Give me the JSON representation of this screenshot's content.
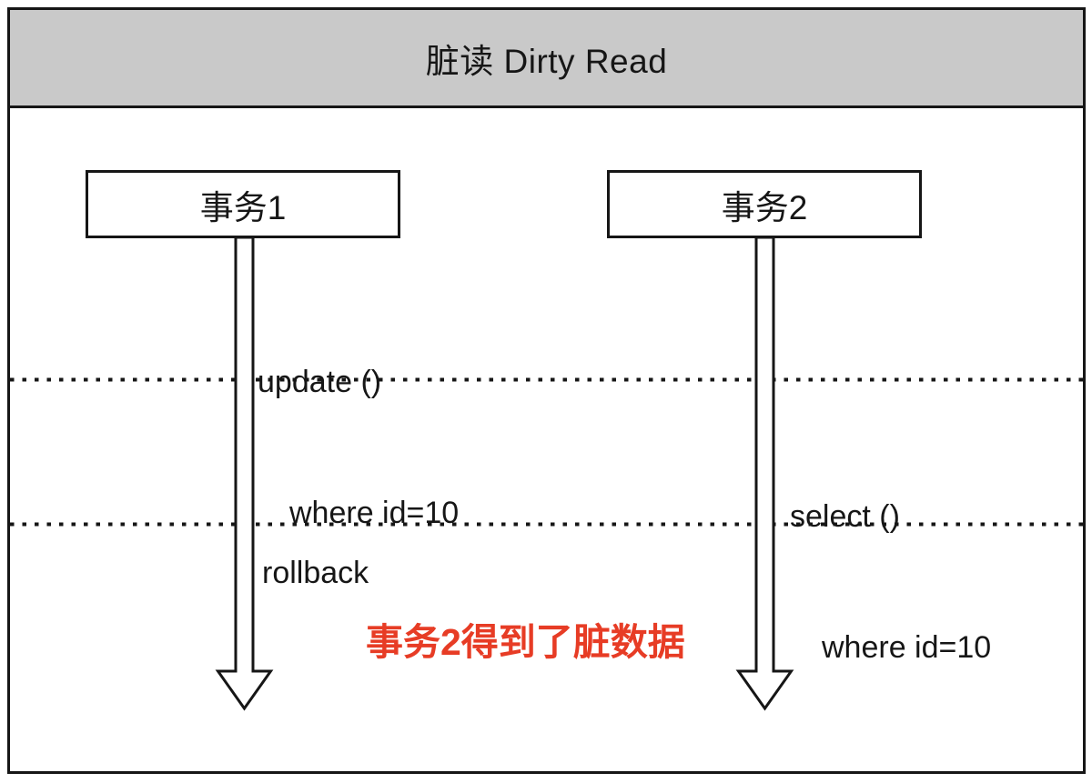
{
  "title": "脏读 Dirty Read",
  "lanes": [
    {
      "label": "事务1"
    },
    {
      "label": "事务2"
    }
  ],
  "labels": {
    "t1_action_line1": "update ()",
    "t1_action_line2": "where id=10",
    "t2_action_line1": "select ()",
    "t2_action_line2": "where id=10",
    "t1_final": "rollback",
    "annotation": "事务2得到了脏数据"
  },
  "colors": {
    "title_bg": "#c9c9c9",
    "line": "#161616",
    "annotation_red": "#e73c25"
  }
}
